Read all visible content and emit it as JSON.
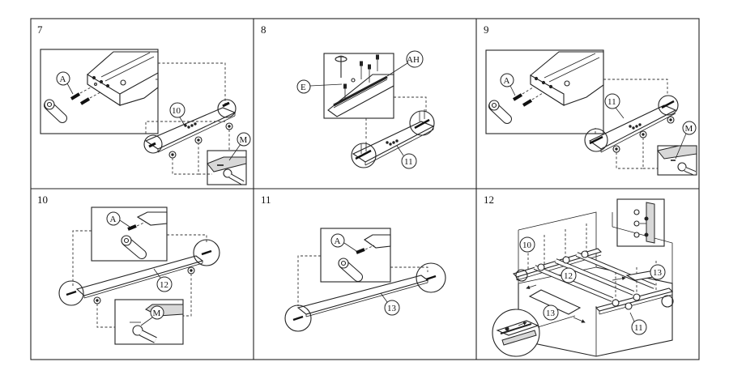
{
  "steps": [
    {
      "number": "7",
      "callouts": [
        "A",
        "10",
        "M"
      ]
    },
    {
      "number": "8",
      "callouts": [
        "E",
        "AH",
        "11"
      ]
    },
    {
      "number": "9",
      "callouts": [
        "A",
        "11",
        "M"
      ]
    },
    {
      "number": "10",
      "callouts": [
        "A",
        "12",
        "M"
      ]
    },
    {
      "number": "11",
      "callouts": [
        "A",
        "13"
      ]
    },
    {
      "number": "12",
      "callouts": [
        "10",
        "12",
        "13",
        "13",
        "11"
      ]
    }
  ]
}
